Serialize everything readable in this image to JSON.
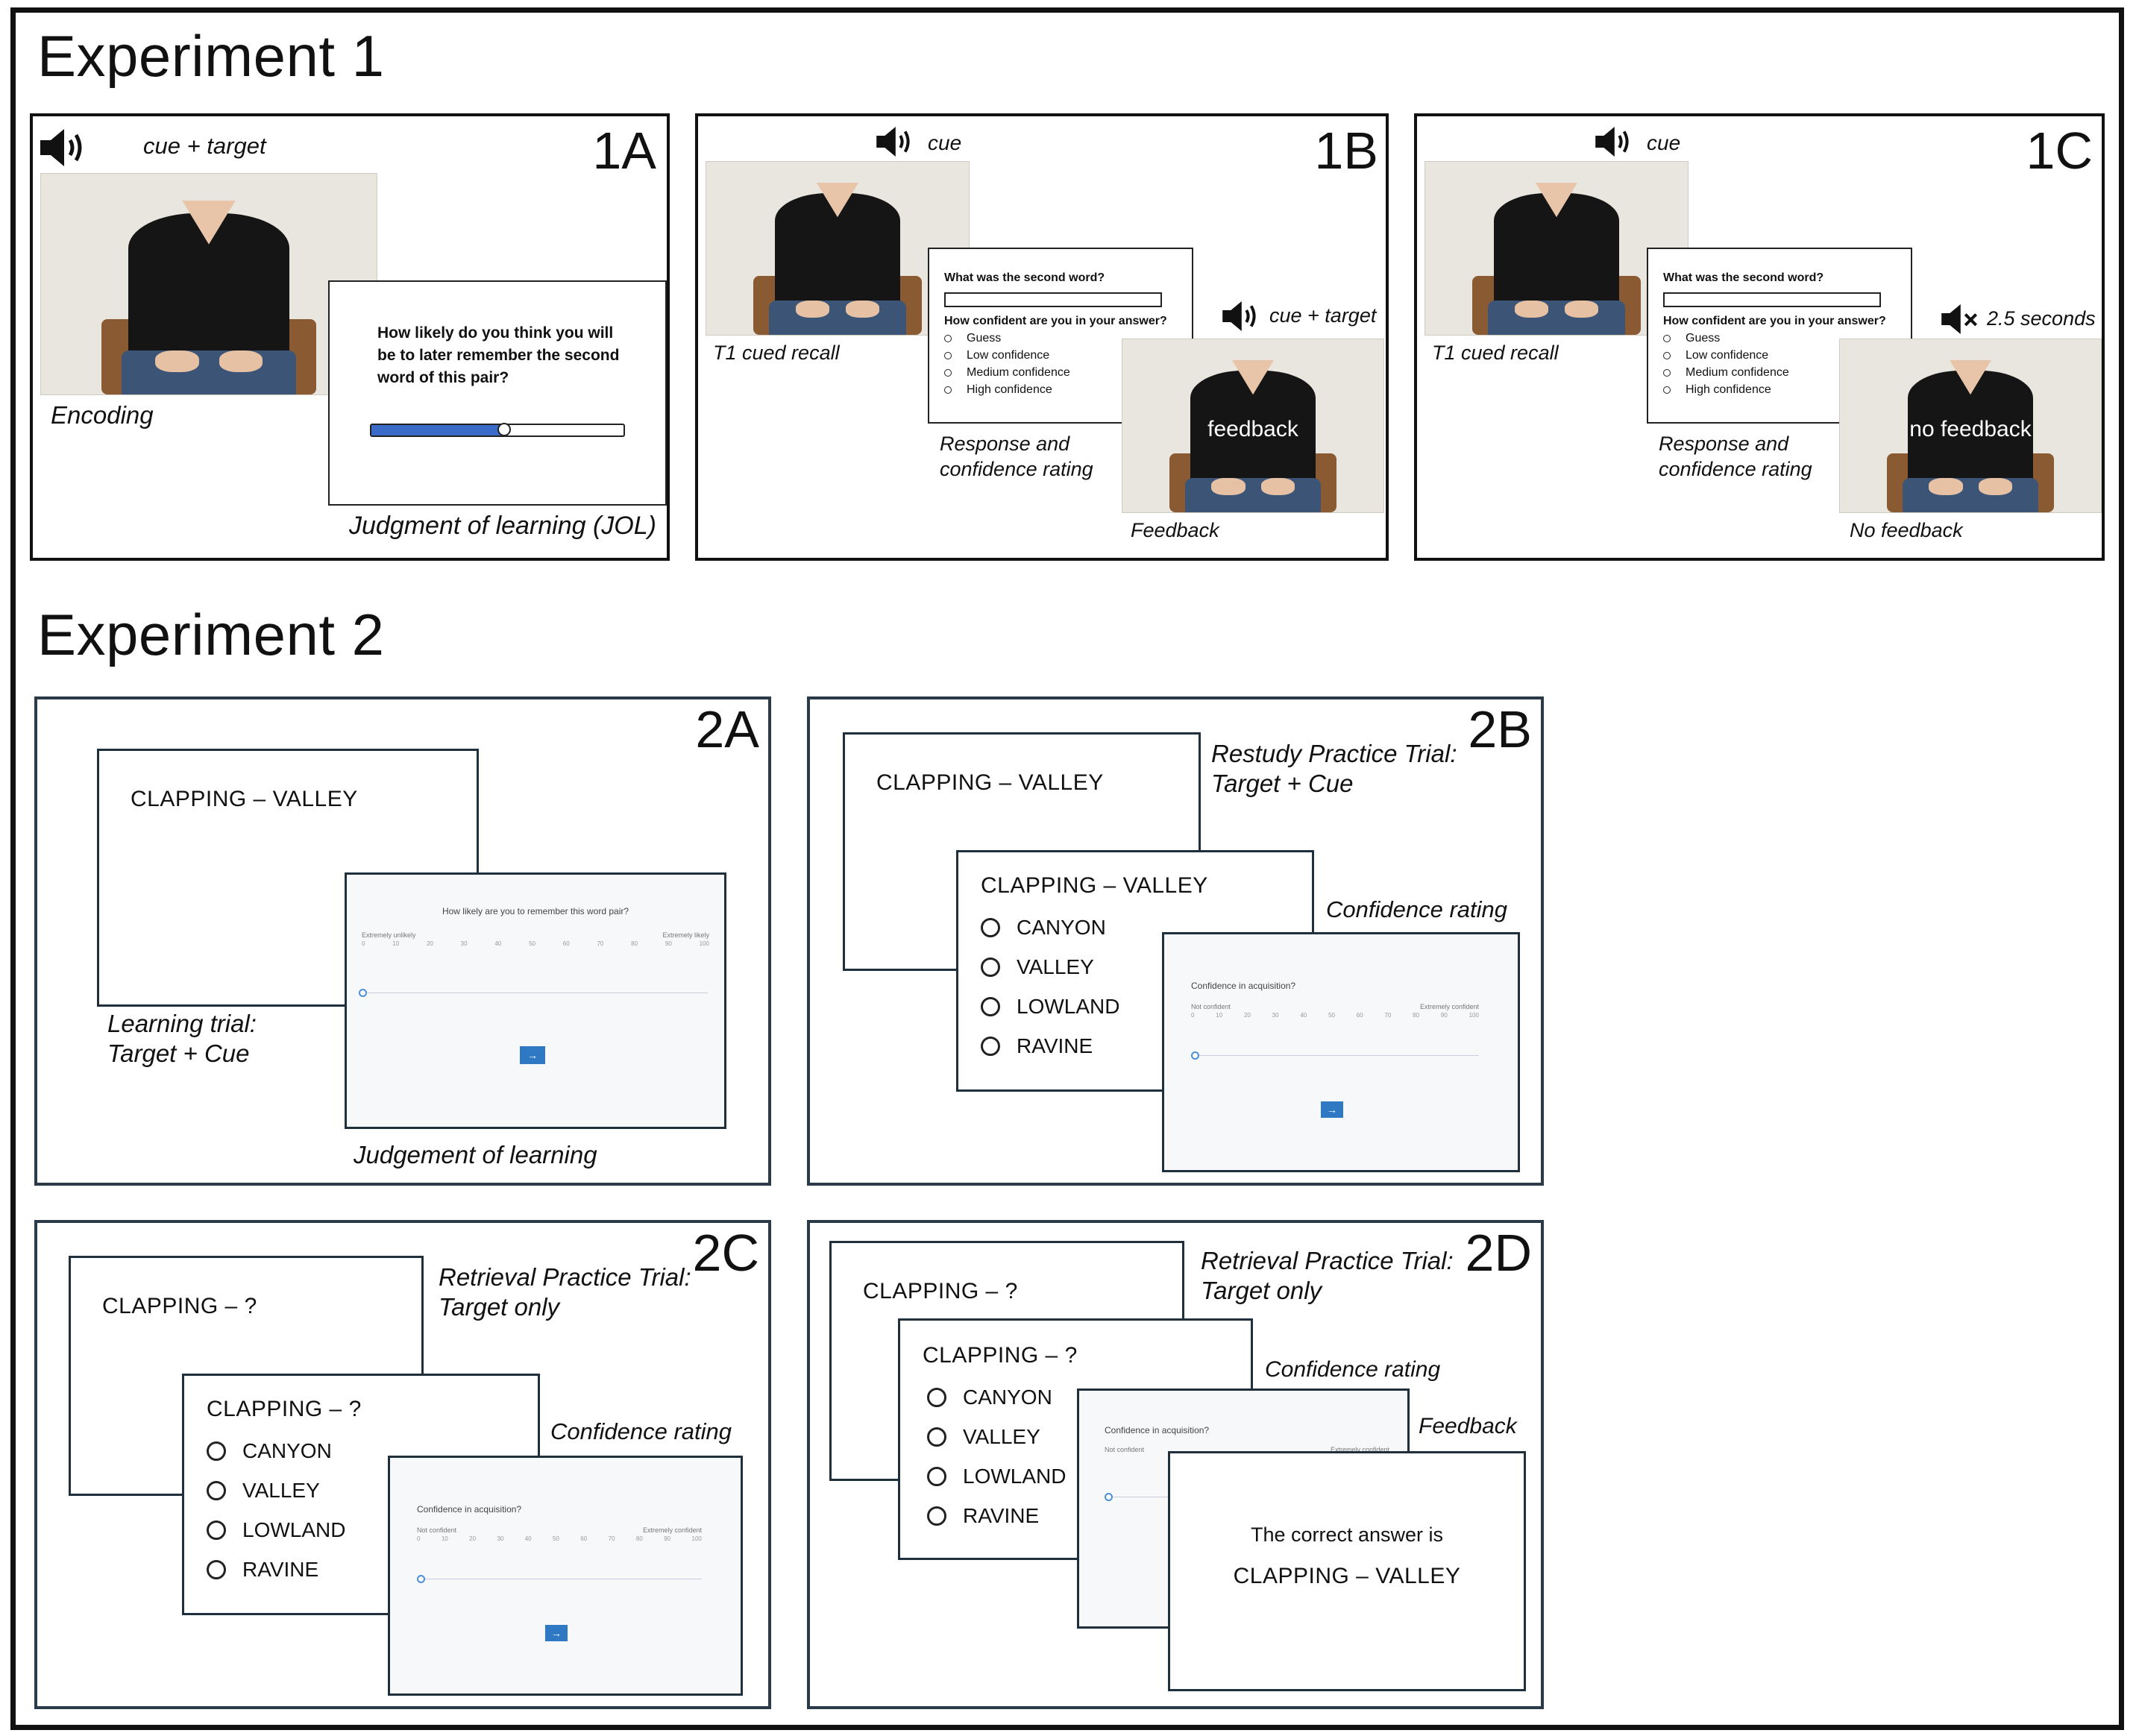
{
  "exp1": {
    "title": "Experiment 1",
    "panelA": {
      "label": "1A",
      "audio": "cue + target",
      "caption_encoding": "Encoding",
      "jol_question": "How likely do you think you will be to later remember the second word of this pair?",
      "jol_slider_value_pct": 52,
      "caption_jol": "Judgment of learning (JOL)"
    },
    "panelB": {
      "label": "1B",
      "audio_cue": "cue",
      "caption_recall": "T1 cued recall",
      "question": "What was the second word?",
      "confidence_q": "How confident are you in your answer?",
      "options": [
        "Guess",
        "Low confidence",
        "Medium confidence",
        "High confidence"
      ],
      "audio_feedback": "cue + target",
      "overlay": "feedback",
      "caption_response_1": "Response and",
      "caption_response_2": "confidence rating",
      "caption_feedback": "Feedback"
    },
    "panelC": {
      "label": "1C",
      "audio_cue": "cue",
      "caption_recall": "T1 cued recall",
      "question": "What was the second word?",
      "confidence_q": "How confident are you in your answer?",
      "options": [
        "Guess",
        "Low confidence",
        "Medium confidence",
        "High confidence"
      ],
      "audio_muted": "2.5 seconds",
      "overlay": "no feedback",
      "caption_response_1": "Response and",
      "caption_response_2": "confidence rating",
      "caption_feedback": "No feedback"
    }
  },
  "exp2": {
    "title": "Experiment 2",
    "panelA": {
      "label": "2A",
      "pair": "CLAPPING – VALLEY",
      "caption_1": "Learning trial:",
      "caption_2": "Target + Cue",
      "jol_q": "How likely are you to remember this word pair?",
      "jol_low": "Extremely unlikely",
      "jol_high": "Extremely likely",
      "ticks": [
        "0",
        "10",
        "20",
        "30",
        "40",
        "50",
        "60",
        "70",
        "80",
        "90",
        "100"
      ],
      "next": "→",
      "caption_jol": "Judgement of learning"
    },
    "panelB": {
      "label": "2B",
      "pair": "CLAPPING – VALLEY",
      "caption_1": "Restudy Practice Trial:",
      "caption_2": "Target + Cue",
      "pair2": "CLAPPING – VALLEY",
      "options": [
        "CANYON",
        "VALLEY",
        "LOWLAND",
        "RAVINE"
      ],
      "caption_conf": "Confidence rating",
      "conf_q": "Confidence in acquisition?",
      "conf_low": "Not confident",
      "conf_high": "Extremely confident",
      "ticks": [
        "0",
        "10",
        "20",
        "30",
        "40",
        "50",
        "60",
        "70",
        "80",
        "90",
        "100"
      ],
      "next": "→"
    },
    "panelC": {
      "label": "2C",
      "pair": "CLAPPING – ?",
      "caption_1": "Retrieval Practice Trial:",
      "caption_2": "Target only",
      "pair2": "CLAPPING – ?",
      "options": [
        "CANYON",
        "VALLEY",
        "LOWLAND",
        "RAVINE"
      ],
      "caption_conf": "Confidence rating",
      "conf_q": "Confidence in acquisition?",
      "conf_low": "Not confident",
      "conf_high": "Extremely confident",
      "ticks": [
        "0",
        "10",
        "20",
        "30",
        "40",
        "50",
        "60",
        "70",
        "80",
        "90",
        "100"
      ],
      "next": "→"
    },
    "panelD": {
      "label": "2D",
      "pair": "CLAPPING – ?",
      "caption_1": "Retrieval Practice Trial:",
      "caption_2": "Target only",
      "pair2": "CLAPPING – ?",
      "options": [
        "CANYON",
        "VALLEY",
        "LOWLAND",
        "RAVINE"
      ],
      "caption_conf": "Confidence rating",
      "conf_q": "Confidence in acquisition?",
      "conf_low": "Not confident",
      "conf_high": "Extremely confident",
      "caption_feedback": "Feedback",
      "feedback_1": "The correct answer is",
      "feedback_2": "CLAPPING – VALLEY"
    }
  }
}
